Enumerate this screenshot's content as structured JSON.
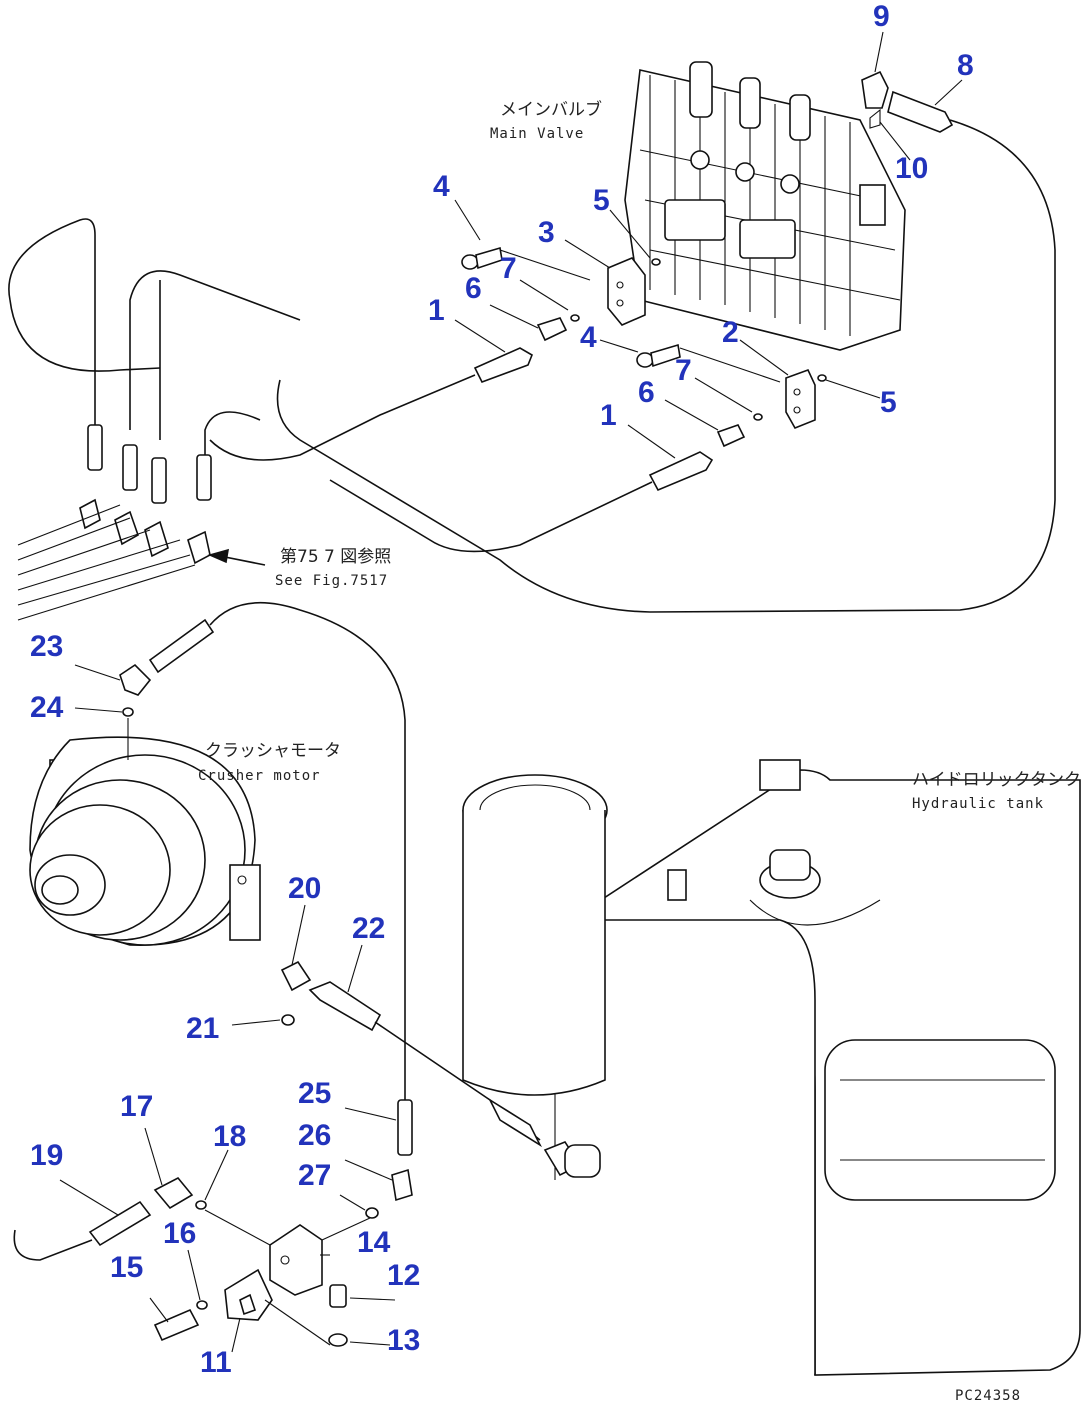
{
  "callouts": [
    {
      "id": "9",
      "text": "9"
    },
    {
      "id": "8",
      "text": "8"
    },
    {
      "id": "10",
      "text": "10"
    },
    {
      "id": "4a",
      "text": "4"
    },
    {
      "id": "5a",
      "text": "5"
    },
    {
      "id": "3",
      "text": "3"
    },
    {
      "id": "7a",
      "text": "7"
    },
    {
      "id": "6a",
      "text": "6"
    },
    {
      "id": "1a",
      "text": "1"
    },
    {
      "id": "4b",
      "text": "4"
    },
    {
      "id": "2",
      "text": "2"
    },
    {
      "id": "7b",
      "text": "7"
    },
    {
      "id": "6b",
      "text": "6"
    },
    {
      "id": "5b",
      "text": "5"
    },
    {
      "id": "1b",
      "text": "1"
    },
    {
      "id": "23",
      "text": "23"
    },
    {
      "id": "24",
      "text": "24"
    },
    {
      "id": "20",
      "text": "20"
    },
    {
      "id": "22",
      "text": "22"
    },
    {
      "id": "21",
      "text": "21"
    },
    {
      "id": "25",
      "text": "25"
    },
    {
      "id": "26",
      "text": "26"
    },
    {
      "id": "27",
      "text": "27"
    },
    {
      "id": "17",
      "text": "17"
    },
    {
      "id": "18",
      "text": "18"
    },
    {
      "id": "19",
      "text": "19"
    },
    {
      "id": "16",
      "text": "16"
    },
    {
      "id": "14",
      "text": "14"
    },
    {
      "id": "15",
      "text": "15"
    },
    {
      "id": "12",
      "text": "12"
    },
    {
      "id": "13",
      "text": "13"
    },
    {
      "id": "11",
      "text": "11"
    }
  ],
  "captions": {
    "main_valve_jp": "メインバルブ",
    "main_valve_en": "Main Valve",
    "see_fig_jp": "第75 7 図参照",
    "see_fig_en": "See Fig.7517",
    "crusher_motor_jp": "クラッシャモータ",
    "crusher_motor_en": "Crusher motor",
    "hydraulic_tank_jp": "ハイドロリックタンク",
    "hydraulic_tank_en": "Hydraulic tank",
    "drawing_code": "PC24358"
  },
  "colors": {
    "callout": "#2233bb",
    "line": "#111111",
    "background": "#ffffff"
  }
}
